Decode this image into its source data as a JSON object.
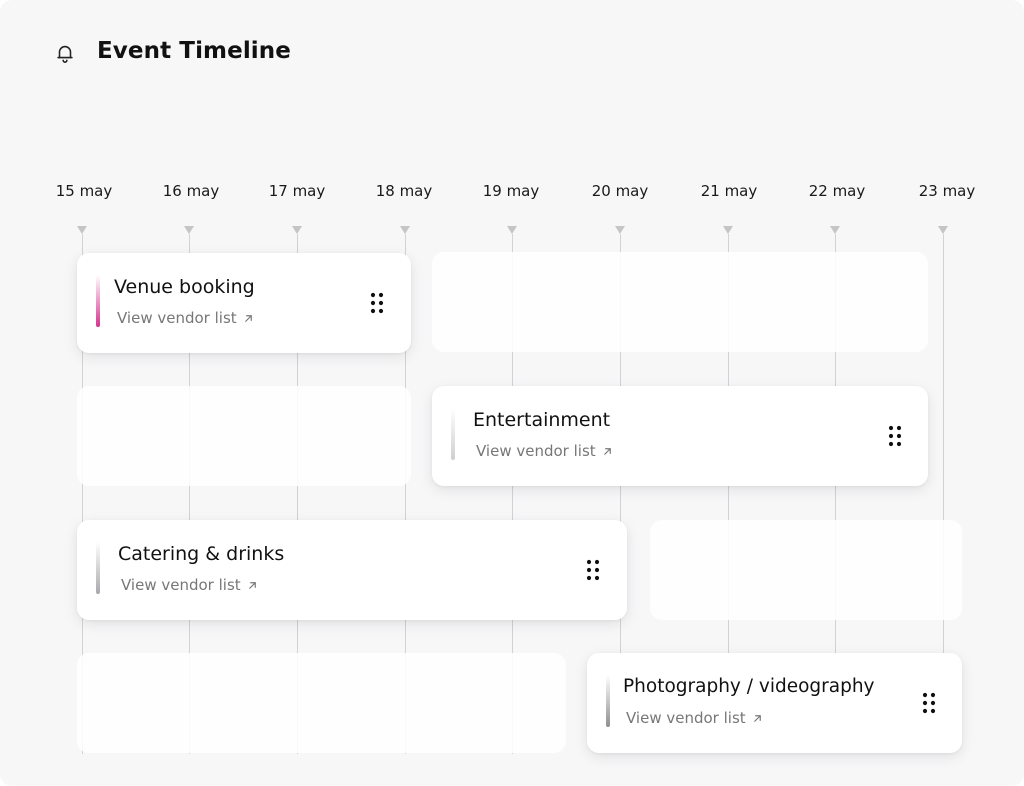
{
  "header": {
    "title": "Event Timeline",
    "icon": "bell-icon"
  },
  "timeline": {
    "dates": [
      "15 may",
      "16 may",
      "17 may",
      "18 may",
      "19 may",
      "20 may",
      "21 may",
      "22 may",
      "23 may"
    ]
  },
  "events": [
    {
      "title": "Venue booking",
      "link_label": "View vendor list",
      "accent_color": "#d4338f"
    },
    {
      "title": "Entertainment",
      "link_label": "View vendor list",
      "accent_color": "#cfcfd2"
    },
    {
      "title": "Catering & drinks",
      "link_label": "View vendor list",
      "accent_color": "#a9a9ad"
    },
    {
      "title": "Photography / videography",
      "link_label": "View vendor list",
      "accent_color": "#8f8f93"
    }
  ]
}
